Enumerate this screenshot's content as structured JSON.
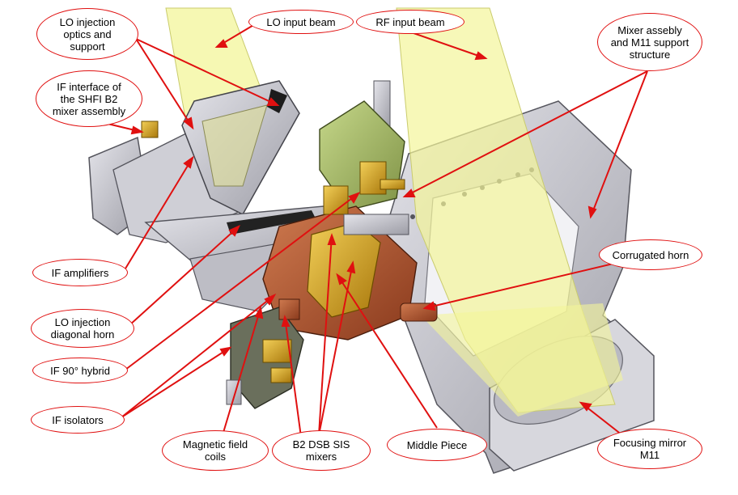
{
  "colors": {
    "callout_border": "#e01010",
    "leader_line": "#e01010",
    "beam_fill": "#f3f59a",
    "steel": "#c9c9cf",
    "copper": "#b3552e",
    "gold": "#d8a21c"
  },
  "labels": {
    "lo_optics": "LO injection\noptics and\nsupport",
    "lo_input": "LO input beam",
    "rf_input": "RF input beam",
    "mixer_assembly": "Mixer assebly\nand M11 support\nstructure",
    "if_interface": "IF interface of\nthe SHFI B2\nmixer assembly",
    "corrugated_horn": "Corrugated horn",
    "if_amplifiers": "IF amplifiers",
    "lo_diagonal_horn": "LO injection\ndiagonal horn",
    "if_hybrid": "IF 90° hybrid",
    "if_isolators": "IF isolators",
    "magnetic_coils": "Magnetic field\ncoils",
    "sis_mixers": "B2 DSB SIS\nmixers",
    "middle_piece": "Middle Piece",
    "focusing_mirror": "Focusing mirror\nM11"
  }
}
